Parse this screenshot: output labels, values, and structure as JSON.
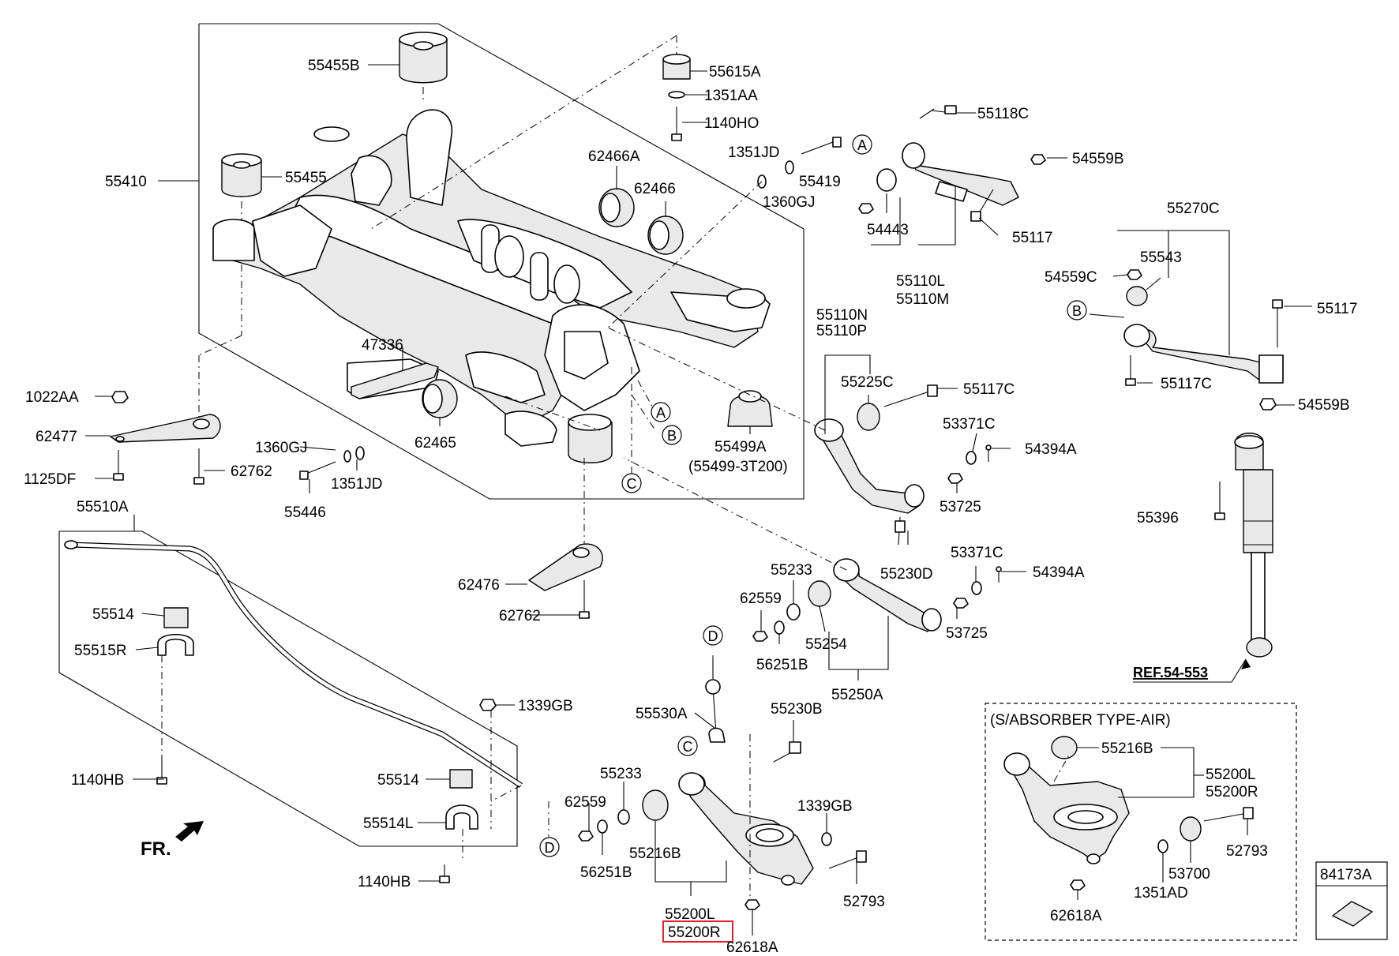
{
  "labels": {
    "p55455B": "55455B",
    "p55615A": "55615A",
    "p1351AA": "1351AA",
    "p1140HO": "1140HO",
    "p55118C": "55118C",
    "p55410": "55410",
    "p55455": "55455",
    "p62466A": "62466A",
    "p62466": "62466",
    "p1351JD_a": "1351JD",
    "p55419": "55419",
    "p1360GJ_a": "1360GJ",
    "p54559B_a": "54559B",
    "p54443": "54443",
    "p55117_a": "55117",
    "p55110L": "55110L",
    "p55110M": "55110M",
    "p55270C": "55270C",
    "p55543": "55543",
    "p54559C": "54559C",
    "p55117_b": "55117",
    "p55110N": "55110N",
    "p55110P": "55110P",
    "p55225C": "55225C",
    "p55117C_a": "55117C",
    "p55117C_b": "55117C",
    "p54559B_b": "54559B",
    "p47336": "47336",
    "p1022AA": "1022AA",
    "p62477": "62477",
    "p1125DF": "1125DF",
    "p1360GJ_b": "1360GJ",
    "p62762_a": "62762",
    "p55446": "55446",
    "p1351JD_b": "1351JD",
    "p62465": "62465",
    "p55499A": "55499A",
    "p55499_3T200": "(55499-3T200)",
    "p53371C_a": "53371C",
    "p54394A_a": "54394A",
    "p53725_a": "53725",
    "p55396": "55396",
    "p55510A": "55510A",
    "p62476": "62476",
    "p62762_b": "62762",
    "p55233_a": "55233",
    "p55230D": "55230D",
    "p53371C_b": "53371C",
    "p54394A_b": "54394A",
    "p62559_a": "62559",
    "p55254": "55254",
    "p53725_b": "53725",
    "p56251B_a": "56251B",
    "p55250A": "55250A",
    "p55514_a": "55514",
    "p55515R": "55515R",
    "p1339GB_a": "1339GB",
    "p55530A": "55530A",
    "p55230B": "55230B",
    "p1140HB_a": "1140HB",
    "p55514_b": "55514",
    "p55233_b": "55233",
    "p62559_b": "62559",
    "p1339GB_b": "1339GB",
    "p55514L": "55514L",
    "p55216B_a": "55216B",
    "p56251B_b": "56251B",
    "p1140HB_b": "1140HB",
    "p52793_a": "52793",
    "p55200L_a": "55200L",
    "p55200R_a": "55200R",
    "p62618A_a": "62618A",
    "p55216B_b": "55216B",
    "p55200L_b": "55200L",
    "p55200R_b": "55200R",
    "p52793_b": "52793",
    "p53700": "53700",
    "p1351AD": "1351AD",
    "p62618A_b": "62618A",
    "p84173A": "84173A"
  },
  "callouts": {
    "a1": "A",
    "a2": "A",
    "b1": "B",
    "b2": "B",
    "c1": "C",
    "c2": "C",
    "d1": "D",
    "d2": "D"
  },
  "ref_label": "REF.54-553",
  "inset_title": "(S/ABSORBER TYPE-AIR)",
  "front_label": "FR.",
  "highlight": {
    "part": "55200R",
    "color": "#e0202a"
  }
}
